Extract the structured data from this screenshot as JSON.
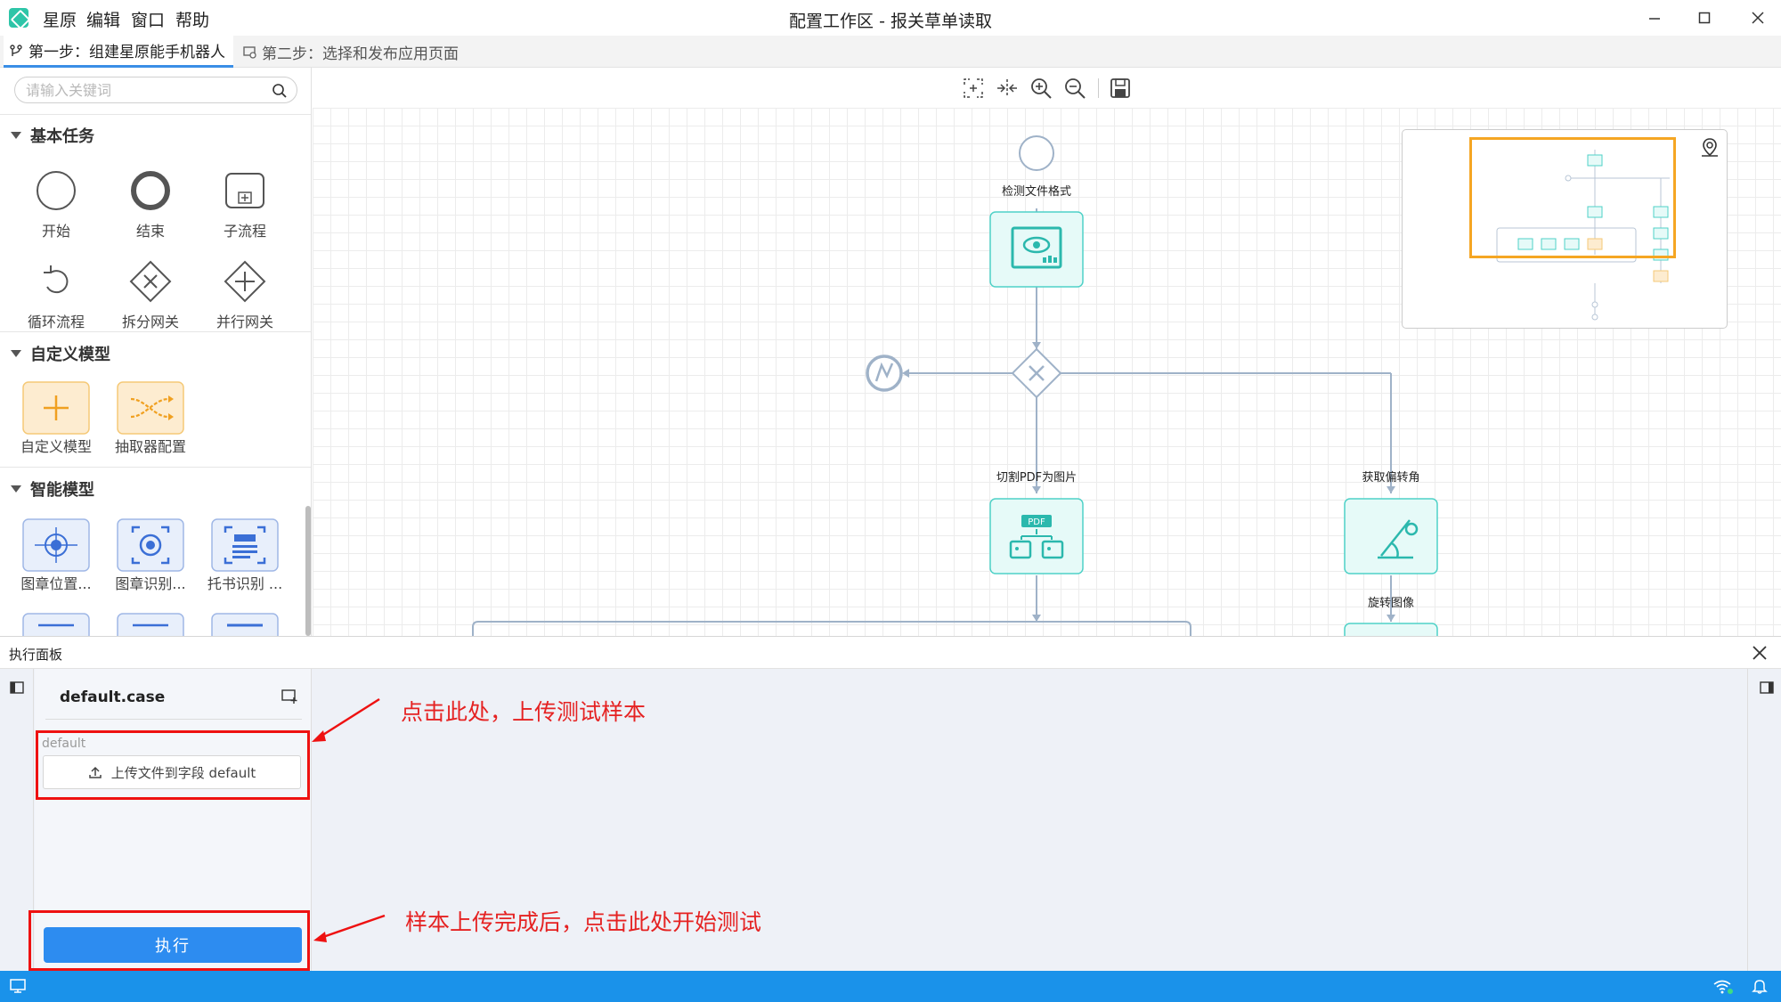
{
  "app": {
    "menu": [
      "星原",
      "编辑",
      "窗口",
      "帮助"
    ],
    "window_title": "配置工作区 - 报关草单读取"
  },
  "tabs": [
    {
      "label": "第一步：组建星原能手机器人",
      "active": true
    },
    {
      "label": "第二步：选择和发布应用页面",
      "active": false
    }
  ],
  "left_panel": {
    "search_placeholder": "请输入关键词",
    "sections": [
      {
        "title": "基本任务",
        "items": [
          "开始",
          "结束",
          "子流程",
          "循环流程",
          "拆分网关",
          "并行网关"
        ]
      },
      {
        "title": "自定义模型",
        "items": [
          "自定义模型",
          "抽取器配置"
        ]
      },
      {
        "title": "智能模型",
        "items": [
          "图章位置...",
          "图章识别...",
          "托书识别 ..."
        ]
      }
    ]
  },
  "flow": {
    "labels": [
      "检测文件格式",
      "切割PDF为图片",
      "获取偏转角",
      "旋转图像"
    ]
  },
  "exec_panel": {
    "title": "执行面板",
    "case_name": "default.case",
    "field_label": "default",
    "upload_label": "上传文件到字段 default",
    "run_label": "执行"
  },
  "annotations": [
    "点击此处，上传测试样本",
    "样本上传完成后，点击此处开始测试"
  ],
  "colors": {
    "accent": "#2d8cf0",
    "status_bar": "#1a92ea",
    "node_fill": "#e6faf8",
    "node_stroke": "#4fd1c7",
    "annotation": "#e11111",
    "minimap_viewport": "#f5a623"
  }
}
